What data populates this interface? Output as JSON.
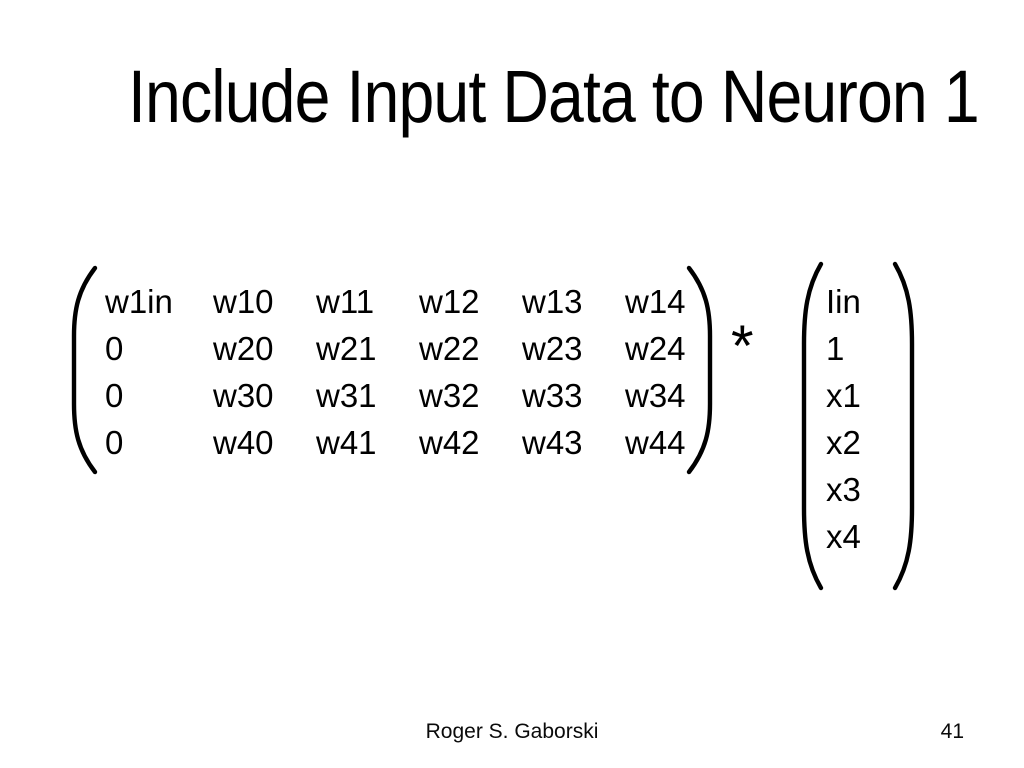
{
  "slide": {
    "title": "Include Input Data to Neuron 1",
    "equation": {
      "weight_matrix": {
        "rows": [
          [
            "w1in",
            "w10",
            "w11",
            "w12",
            "w13",
            "w14"
          ],
          [
            "0",
            "w20",
            "w21",
            "w22",
            "w23",
            "w24"
          ],
          [
            "0",
            "w30",
            "w31",
            "w32",
            "w33",
            "w34"
          ],
          [
            "0",
            "w40",
            "w41",
            "w42",
            "w43",
            "w44"
          ]
        ]
      },
      "operator": "*",
      "input_vector": {
        "values": [
          "Iin",
          "1",
          "x1",
          "x2",
          "x3",
          "x4"
        ]
      }
    },
    "footer": {
      "author": "Roger S. Gaborski",
      "page_number": "41"
    },
    "colors": {
      "background": "#ffffff",
      "text": "#000000"
    }
  }
}
